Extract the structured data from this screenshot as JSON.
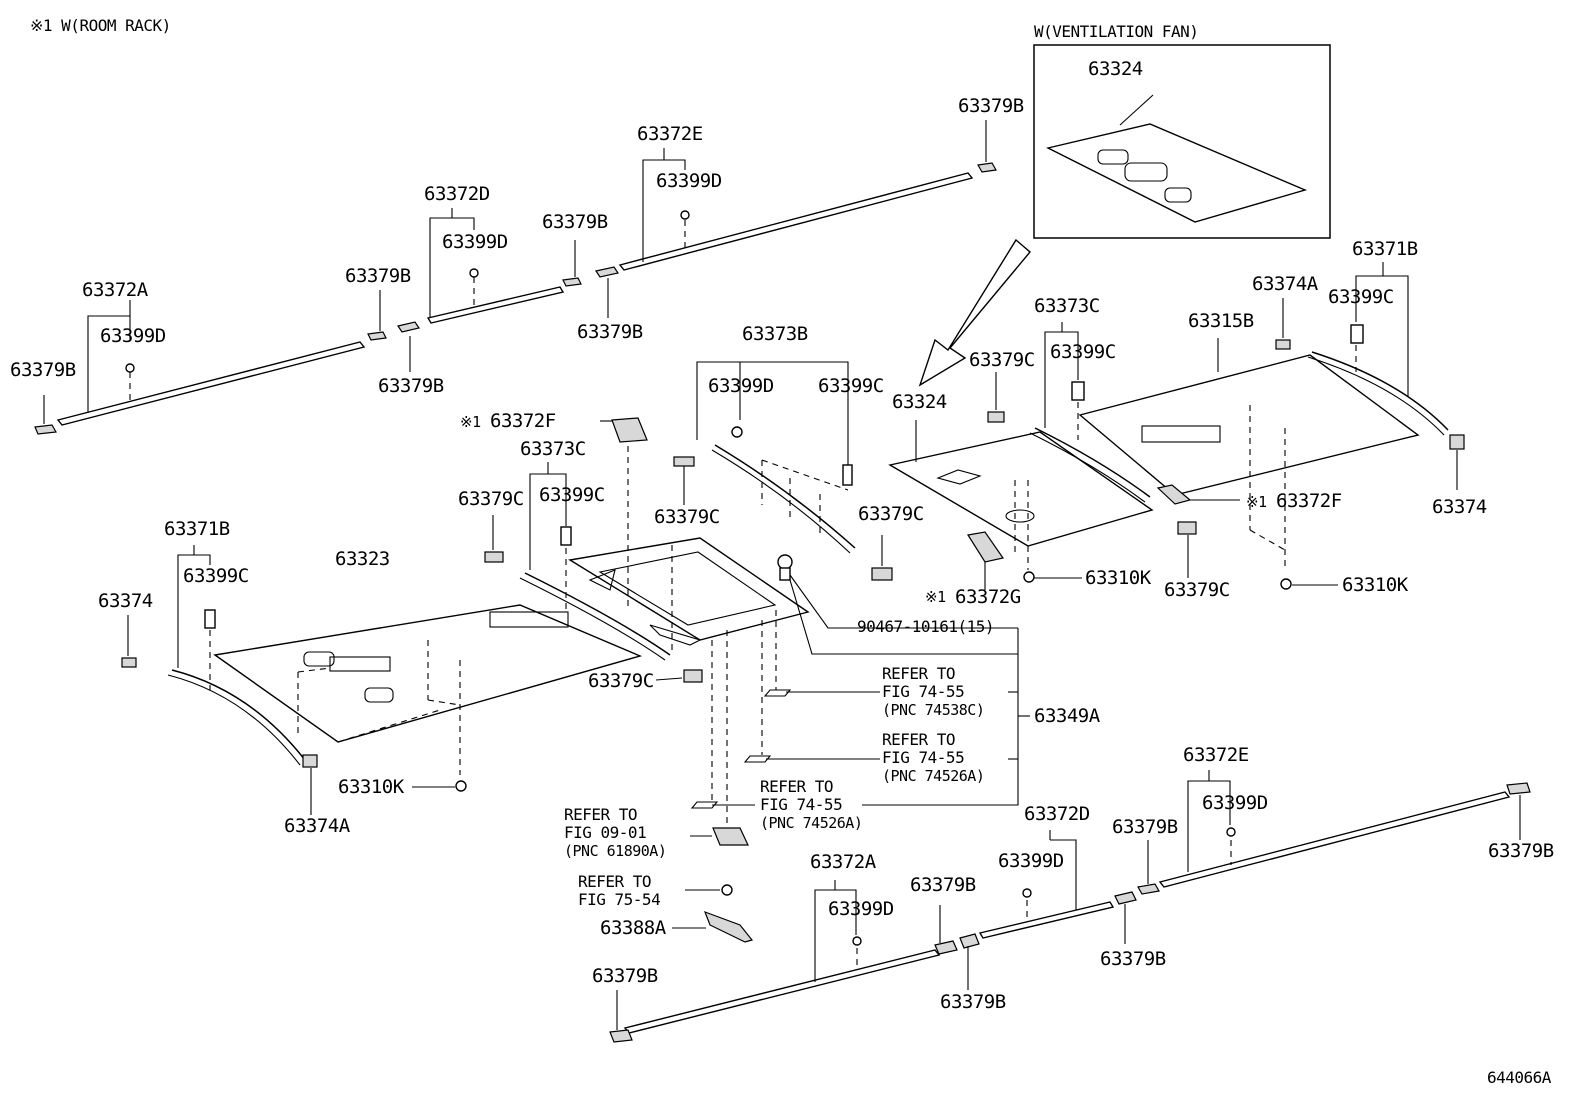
{
  "header": {
    "note_top_left": "※1 W(ROOM RACK)",
    "inset_title": "W(VENTILATION FAN)",
    "figure_id": "644066A"
  },
  "labels": {
    "inset_63324": "63324",
    "l_63379B_top_right": "63379B",
    "l_63372E_top": "63372E",
    "l_63399D_top_e": "63399D",
    "l_63372D_top": "63372D",
    "l_63399D_top_d": "63399D",
    "l_63379B_mid_top": "63379B",
    "l_63379B_mid_top2": "63379B",
    "l_63379B_left_mid": "63379B",
    "l_63379B_left_mid2": "63379B",
    "l_63372A_top": "63372A",
    "l_63399D_top_a": "63399D",
    "l_63379B_far_left": "63379B",
    "l_63373B": "63373B",
    "l_63399D_373b": "63399D",
    "l_63399C_373b": "63399C",
    "l_63372F_left": "63372F",
    "l_63373C_left": "63373C",
    "l_63379C_left": "63379C",
    "l_63399C_left": "63399C",
    "l_63379C_center": "63379C",
    "l_63379C_center_right": "63379C",
    "l_63371B_left": "63371B",
    "l_63399C_371b_left": "63399C",
    "l_63323": "63323",
    "l_63374_left": "63374",
    "l_63379C_lower": "63379C",
    "l_63310K_left": "63310K",
    "l_63374A_left": "63374A",
    "l_63324_main": "63324",
    "l_63379C_r1": "63379C",
    "l_63373C_right": "63373C",
    "l_63399C_373c_right": "63399C",
    "l_63315B": "63315B",
    "l_63374A_right": "63374A",
    "l_63371B_right": "63371B",
    "l_63399C_371b_right": "63399C",
    "l_63374_right": "63374",
    "l_63372F_right": "63372F",
    "l_63372G": "63372G",
    "l_63310K_mid": "63310K",
    "l_63379C_r2": "63379C",
    "l_63310K_right": "63310K",
    "l_90467": "90467-10161(15)",
    "l_63349A": "63349A",
    "l_63388A": "63388A",
    "l_63372E_bottom": "63372E",
    "l_63399D_bottom_e": "63399D",
    "l_63379B_far_right": "63379B",
    "l_63372D_bottom": "63372D",
    "l_63399D_bottom_d": "63399D",
    "l_63379B_br1": "63379B",
    "l_63379B_br2": "63379B",
    "l_63372A_bottom": "63372A",
    "l_63399D_bottom_a": "63399D",
    "l_63379B_bm1": "63379B",
    "l_63379B_bm2": "63379B",
    "l_63379B_bottom_left": "63379B",
    "mark_1": "※1",
    "mark_2": "※1",
    "mark_3": "※1"
  },
  "refs": {
    "r1": [
      "REFER TO",
      "FIG 74-55",
      "(PNC 74538C)"
    ],
    "r2": [
      "REFER TO",
      "FIG 74-55",
      "(PNC 74526A)"
    ],
    "r3": [
      "REFER TO",
      "FIG 74-55",
      "(PNC 74526A)"
    ],
    "r4": [
      "REFER TO",
      "FIG 09-01",
      "(PNC 61890A)"
    ],
    "r5": [
      "REFER TO",
      "FIG 75-54"
    ]
  }
}
